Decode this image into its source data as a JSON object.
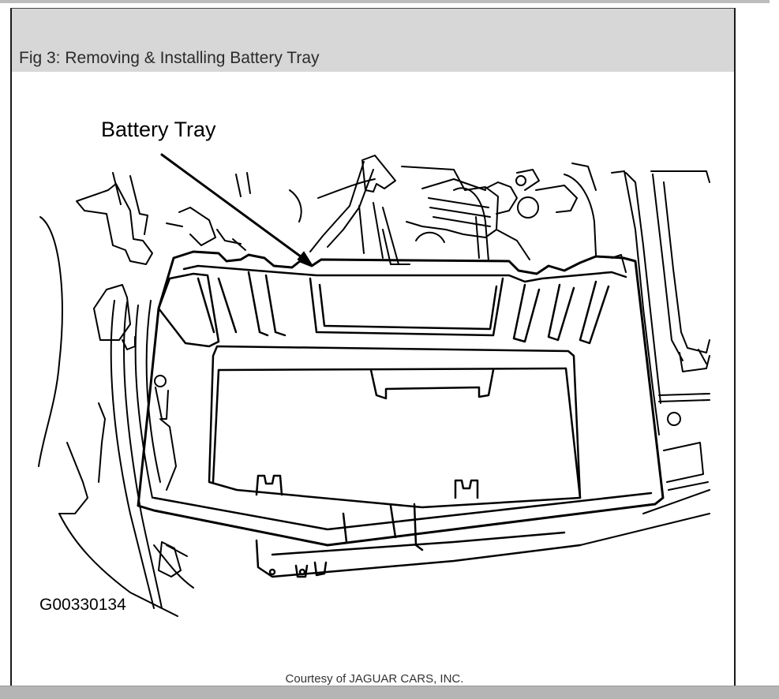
{
  "caption": {
    "title": "Fig 3: Removing & Installing Battery Tray"
  },
  "figure": {
    "callout_label": "Battery Tray",
    "figure_id": "G00330134"
  },
  "footer": {
    "courtesy": "Courtesy of JAGUAR CARS, INC."
  },
  "colors": {
    "caption_background": "#d7d7d7",
    "line_art": "#000000",
    "page_background": "#ffffff"
  }
}
